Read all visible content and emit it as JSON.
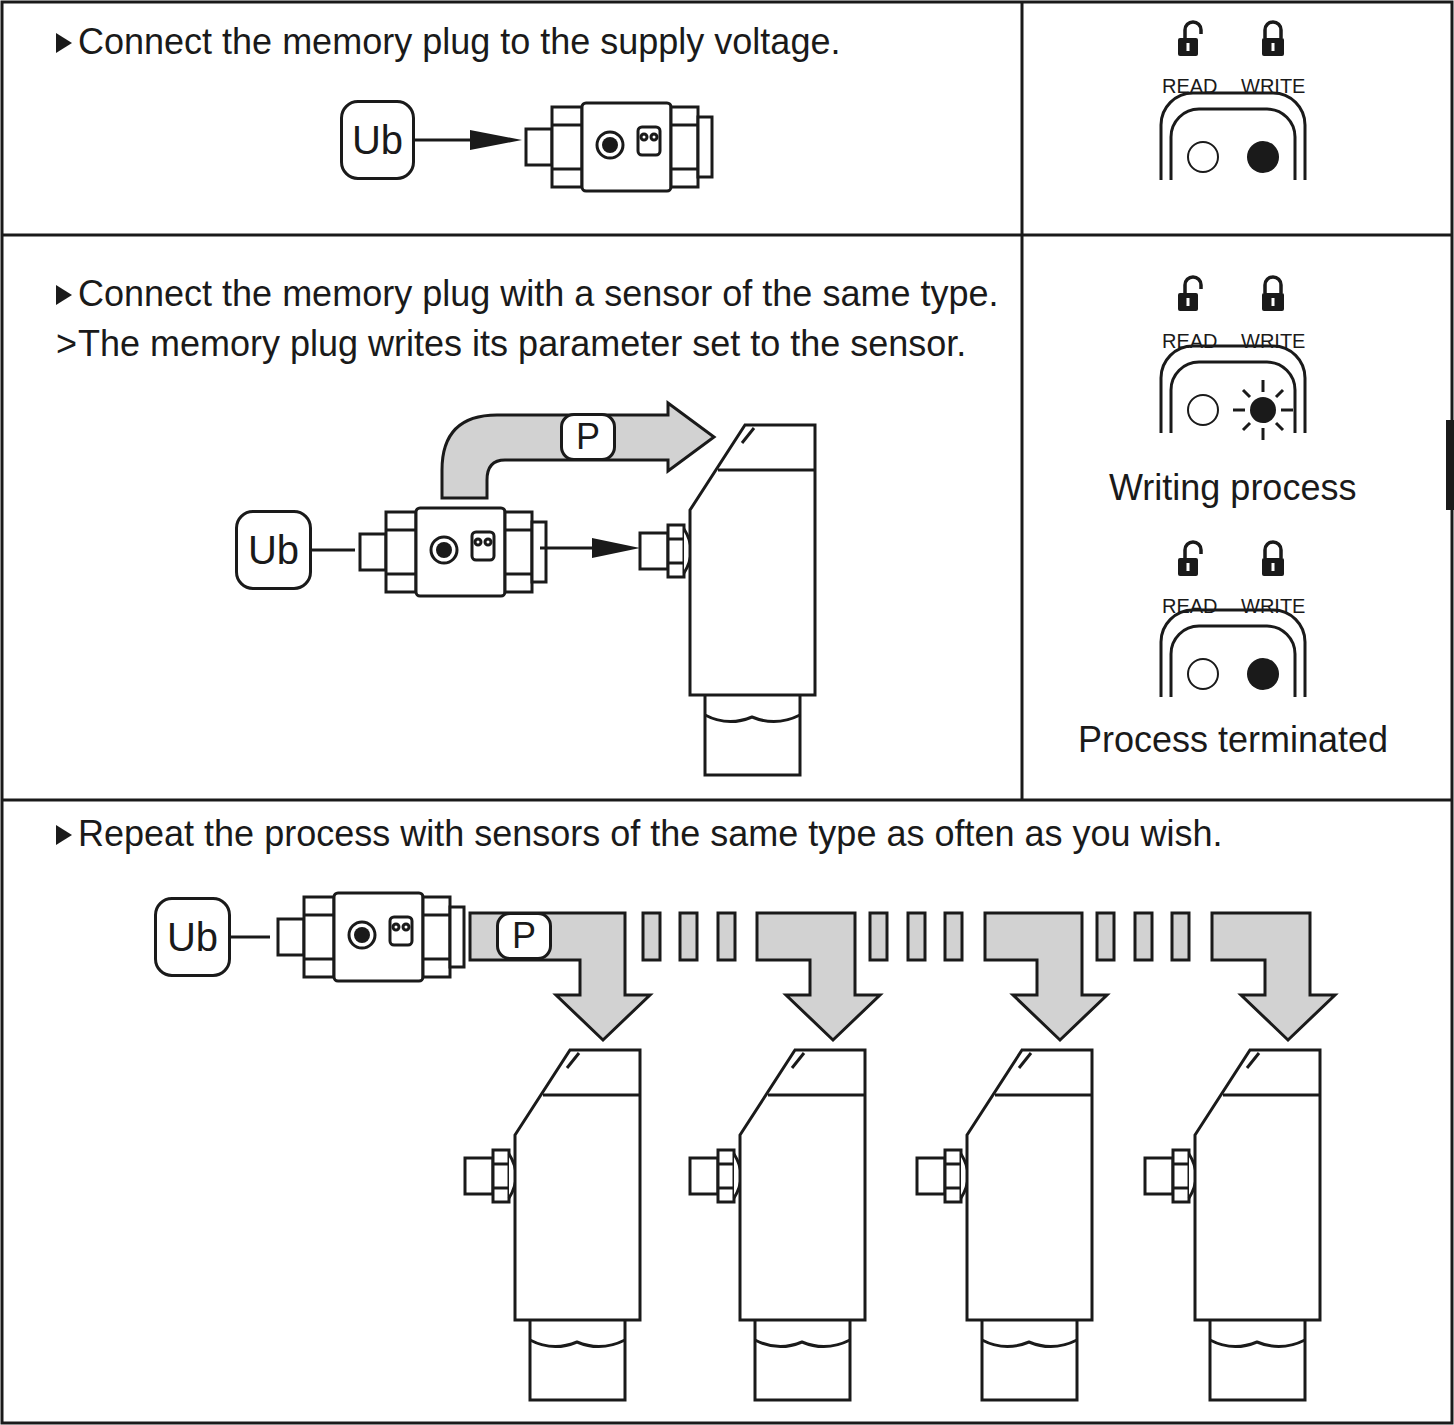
{
  "diagram": {
    "nodes": [
      {
        "text": [
          "Ub"
        ]
      },
      {
        "text": [
          "P"
        ]
      },
      {
        "text": [
          "Ub"
        ]
      },
      {
        "text": [
          "P"
        ]
      },
      {
        "text": [
          "Ub"
        ]
      }
    ],
    "labels": [
      "Connect the memory plug to the supply voltage.",
      "READ",
      "WRITE",
      "Connect the memory plug with a sensor of the same type.",
      ">",
      "The memory plug writes its parameter set to the sensor.",
      "READ",
      "WRITE",
      "Writing process",
      "READ",
      "WRITE",
      "Process terminated",
      "Repeat the process with sensors of the same type as often as you wish."
    ]
  }
}
